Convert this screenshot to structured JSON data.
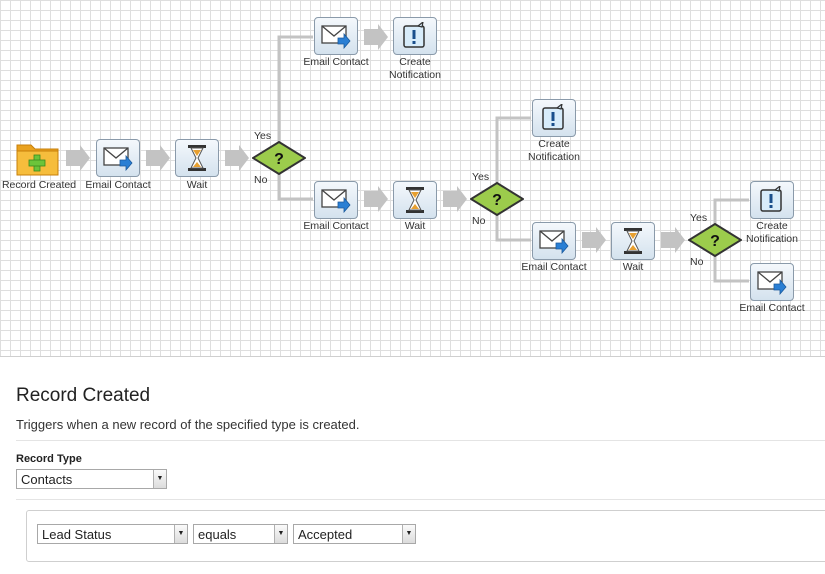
{
  "workflow": {
    "nodes": {
      "record_created": "Record Created",
      "email_1": "Email Contact",
      "wait_1": "Wait",
      "email_top": "Email Contact",
      "notify_top": "Create Notification",
      "email_mid": "Email Contact",
      "wait_mid": "Wait",
      "notify_mid": "Create Notification",
      "email_low": "Email Contact",
      "wait_low": "Wait",
      "notify_right": "Create Notification",
      "email_right": "Email Contact"
    },
    "branch_labels": {
      "yes": "Yes",
      "no": "No"
    }
  },
  "panel": {
    "title": "Record Created",
    "description": "Triggers when a new record of the specified type is created.",
    "record_type_label": "Record Type",
    "record_type_value": "Contacts",
    "condition": {
      "field": "Lead Status",
      "operator": "equals",
      "value": "Accepted"
    }
  },
  "icons": {
    "folder": "folder-add-icon",
    "email": "email-send-icon",
    "wait": "hourglass-icon",
    "decision": "decision-diamond-icon",
    "notification": "notification-icon"
  },
  "colors": {
    "decision_fill": "#9ccc4c",
    "connector": "#c0c0c0",
    "folder": "#f2b233"
  }
}
